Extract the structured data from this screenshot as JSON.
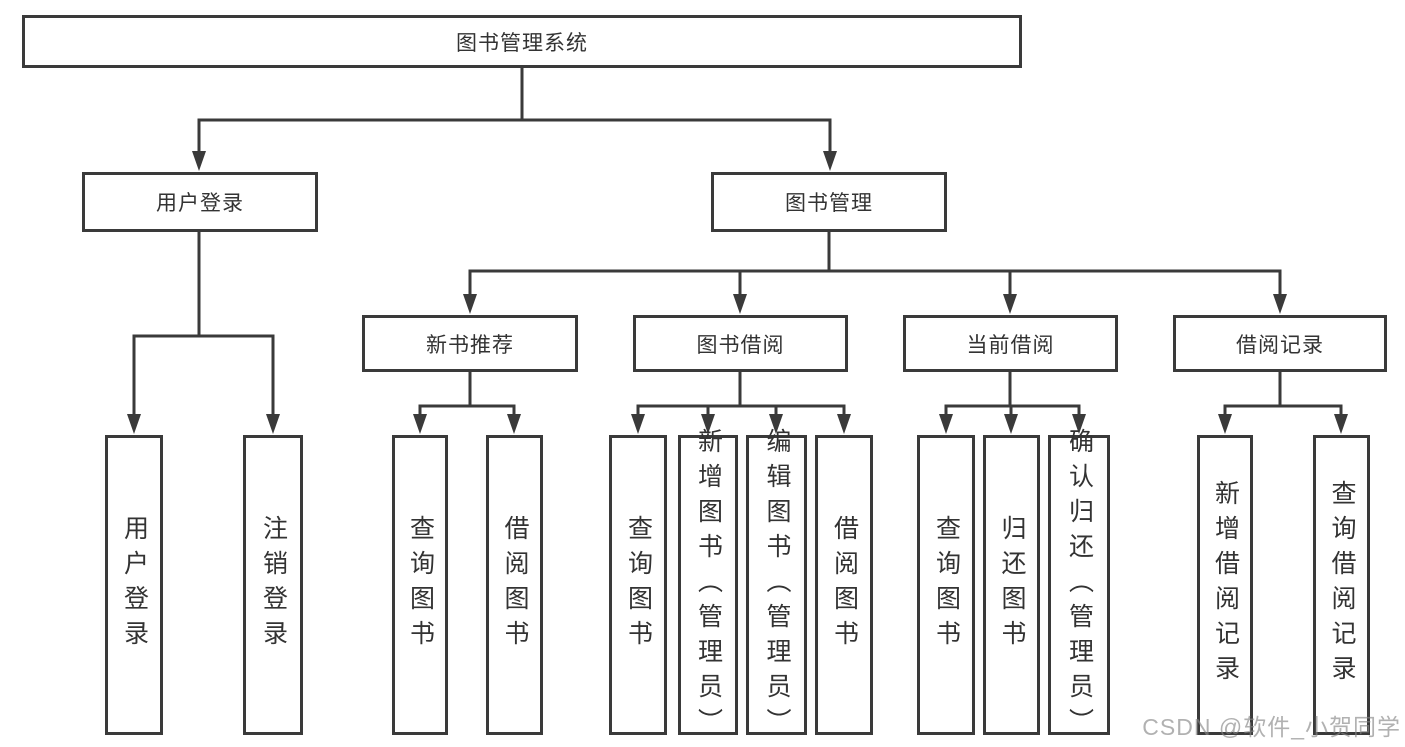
{
  "diagram": {
    "title": "图书管理系统",
    "tree": {
      "root": {
        "label": "图书管理系统",
        "children": [
          {
            "label": "用户登录",
            "children": [
              {
                "label": "用户登录"
              },
              {
                "label": "注销登录"
              }
            ]
          },
          {
            "label": "图书管理",
            "children": [
              {
                "label": "新书推荐",
                "children": [
                  {
                    "label": "查询图书"
                  },
                  {
                    "label": "借阅图书"
                  }
                ]
              },
              {
                "label": "图书借阅",
                "children": [
                  {
                    "label": "查询图书"
                  },
                  {
                    "label": "新增图书（管理员）"
                  },
                  {
                    "label": "编辑图书（管理员）"
                  },
                  {
                    "label": "借阅图书"
                  }
                ]
              },
              {
                "label": "当前借阅",
                "children": [
                  {
                    "label": "查询图书"
                  },
                  {
                    "label": "归还图书"
                  },
                  {
                    "label": "确认归还（管理员）"
                  }
                ]
              },
              {
                "label": "借阅记录",
                "children": [
                  {
                    "label": "新增借阅记录"
                  },
                  {
                    "label": "查询借阅记录"
                  }
                ]
              }
            ]
          }
        ]
      }
    },
    "colors": {
      "line": "#3a3a3a",
      "text": "#333333",
      "watermark_gray": "#878787"
    }
  },
  "watermark": {
    "text": "CSDN @软件_小贺同学"
  }
}
